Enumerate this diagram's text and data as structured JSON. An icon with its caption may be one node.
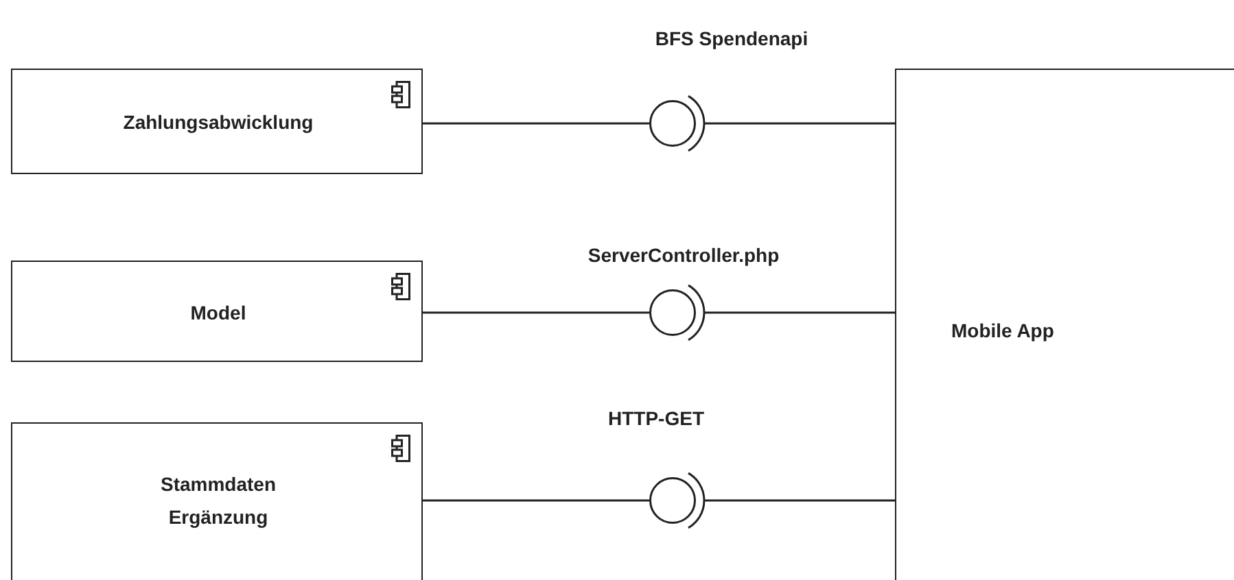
{
  "diagram": {
    "nodes": [
      {
        "text": [
          "Zahlungsabwicklung"
        ]
      },
      {
        "text": [
          "Model"
        ]
      },
      {
        "text": [
          "Stammdaten Ergänzung"
        ]
      },
      {
        "text": [
          "Mobile App"
        ]
      },
      {
        "text": [
          "BFS Spendenapi"
        ]
      },
      {
        "text": [
          "ServerController.php"
        ]
      },
      {
        "text": [
          "HTTP-GET"
        ]
      }
    ],
    "edges": [
      {
        "from": 0,
        "to": 4,
        "arrow": "none"
      },
      {
        "from": 3,
        "to": 4,
        "arrow": "other"
      },
      {
        "from": 1,
        "to": 5,
        "arrow": "none"
      },
      {
        "from": 3,
        "to": 5,
        "arrow": "other"
      },
      {
        "from": 2,
        "to": 6,
        "arrow": "none"
      },
      {
        "from": 3,
        "to": 6,
        "arrow": "other"
      }
    ]
  }
}
